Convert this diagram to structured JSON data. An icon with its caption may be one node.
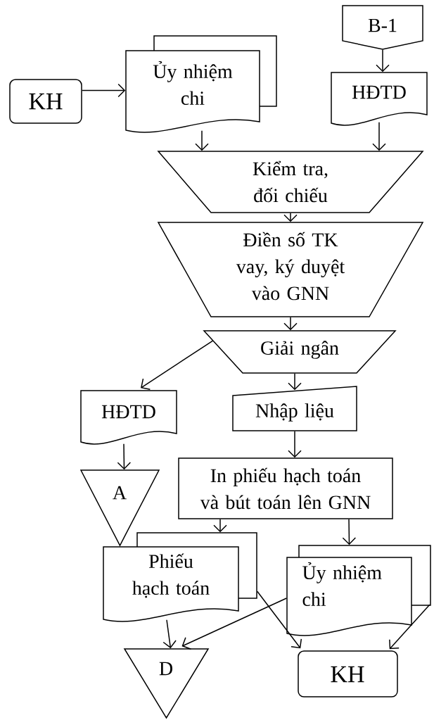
{
  "diagram": {
    "nodes": [
      {
        "text": [
          "KH"
        ]
      },
      {
        "text": [
          "Ủy nhiệm chi"
        ]
      },
      {
        "text": [
          "B-1"
        ]
      },
      {
        "text": [
          "HĐTD"
        ]
      },
      {
        "text": [
          "Kiểm tra, đối chiếu"
        ]
      },
      {
        "text": [
          "Điền số TK vay, ký duyệt vào GNN"
        ]
      },
      {
        "text": [
          "Giải ngân"
        ]
      },
      {
        "text": [
          "HĐTD"
        ]
      },
      {
        "text": [
          "Nhập liệu"
        ]
      },
      {
        "text": [
          "A"
        ]
      },
      {
        "text": [
          "In phiếu hạch toán và bút toán lên GNN"
        ]
      },
      {
        "text": [
          "Phiếu hạch toán"
        ]
      },
      {
        "text": [
          "Ủy nhiệm chi"
        ]
      },
      {
        "text": [
          "D"
        ]
      },
      {
        "text": [
          "KH"
        ]
      }
    ],
    "edges": [
      {
        "from": 0,
        "to": 1,
        "arrow": "to"
      },
      {
        "from": 2,
        "to": 3,
        "arrow": "to"
      },
      {
        "from": 1,
        "to": 4,
        "arrow": "to"
      },
      {
        "from": 3,
        "to": 4,
        "arrow": "to"
      },
      {
        "from": 4,
        "to": 5,
        "arrow": "to"
      },
      {
        "from": 5,
        "to": 6,
        "arrow": "to"
      },
      {
        "from": 6,
        "to": 7,
        "arrow": "to"
      },
      {
        "from": 6,
        "to": 8,
        "arrow": "to"
      },
      {
        "from": 7,
        "to": 9,
        "arrow": "to"
      },
      {
        "from": 8,
        "to": 10,
        "arrow": "to"
      },
      {
        "from": 10,
        "to": 11,
        "arrow": "to"
      },
      {
        "from": 10,
        "to": 12,
        "arrow": "to"
      },
      {
        "from": 11,
        "to": 13,
        "arrow": "to"
      },
      {
        "from": 12,
        "to": 13,
        "arrow": "to"
      },
      {
        "from": 11,
        "to": 14,
        "arrow": "to"
      },
      {
        "from": 12,
        "to": 14,
        "arrow": "to"
      }
    ]
  }
}
